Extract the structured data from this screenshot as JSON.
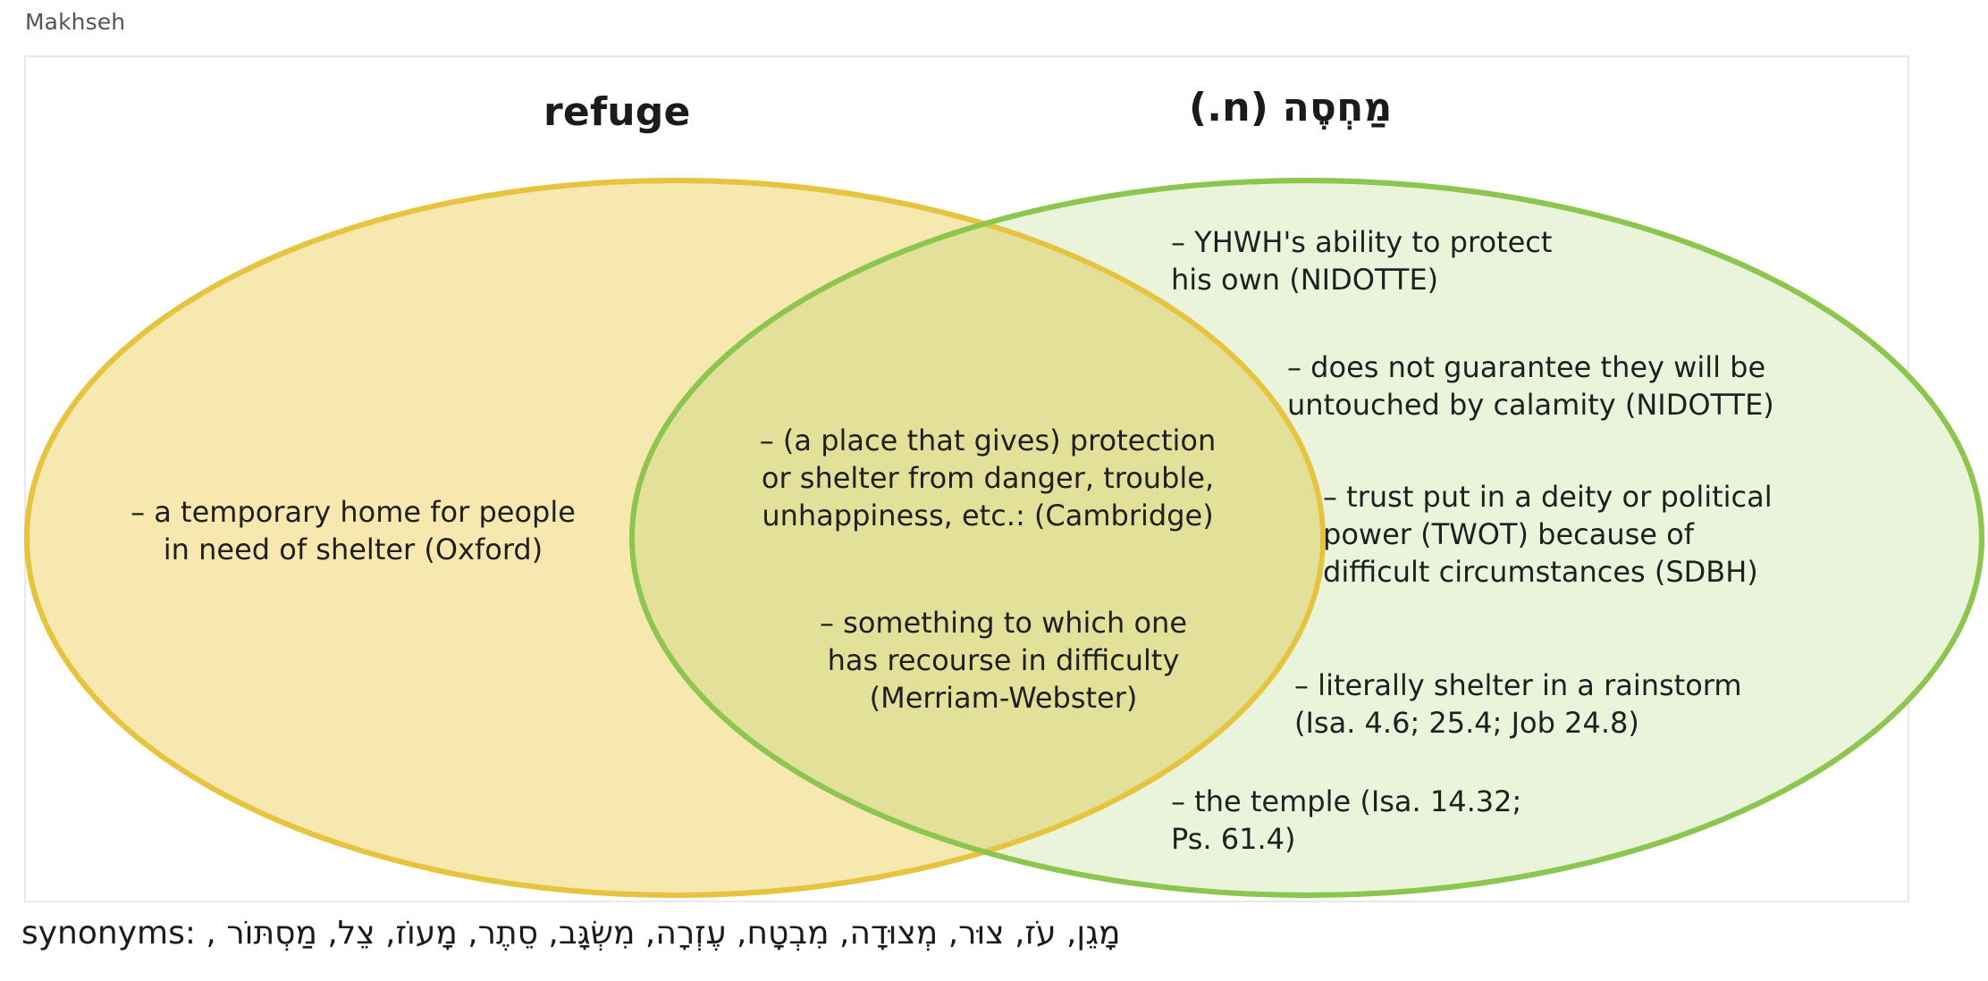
{
  "caption": "Makhseh",
  "headings": {
    "left": "refuge",
    "right": "מַחְסֶה (n.)"
  },
  "venn": {
    "left_only": "– a temporary home for people\nin need of shelter (Oxford)",
    "overlap": [
      "– (a place that gives) protection\nor shelter from danger, trouble,\nunhappiness, etc.: (Cambridge)",
      "– something to which one\nhas recourse in difficulty\n(Merriam-Webster)"
    ],
    "right_only": [
      "– YHWH's ability to protect\nhis own (NIDOTTE)",
      "– does not guarantee they will be\nuntouched by calamity (NIDOTTE)",
      "– trust put in a deity or political\npower (TWOT) because of\ndifficult circumstances (SDBH)",
      "– literally shelter in a rainstorm\n(Isa. 4.6; 25.4; Job 24.8)",
      "– the temple (Isa. 14.32;\nPs. 61.4)"
    ]
  },
  "footer": {
    "synonyms_label": "synonyms:",
    "synonyms_text": "synonyms: , מָגֵן, עֹז, צוּר, מְצוּדָה, מִבְטָח, עֶזְרָה, מִשְׂגָּב, סֵתֶר, מָעוֹז, צֵל, מַסְתּוֹר"
  },
  "colors": {
    "yellow_fill": "#f7e8af",
    "yellow_stroke": "#e7c43f",
    "green_fill": "#eaf4db",
    "green_stroke": "#8dc64f",
    "overlap_fill": "#e3e09a",
    "frame_border": "#e8e8e8",
    "caption_text": "#555555",
    "body_text": "#1f1f1f"
  }
}
